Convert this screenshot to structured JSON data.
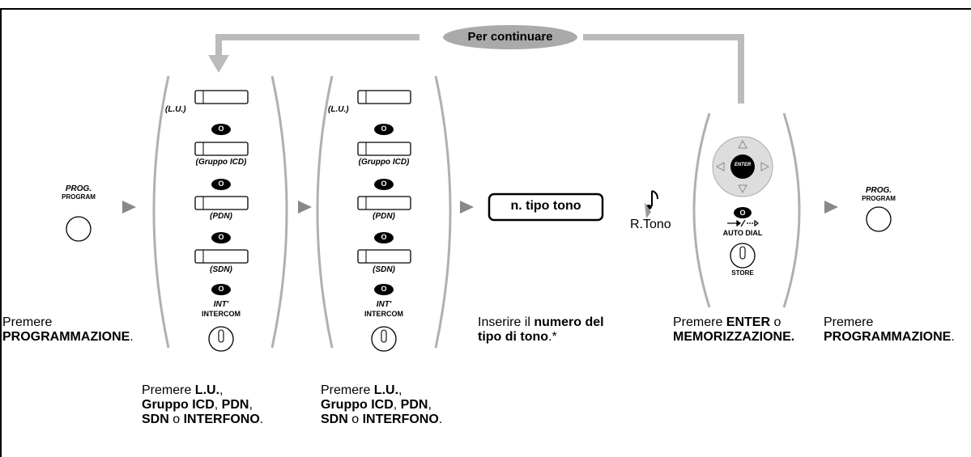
{
  "loop_label": "Per continuare",
  "prog_start": {
    "top": "PROG.",
    "bottom": "PROGRAM"
  },
  "prog_end": {
    "top": "PROG.",
    "bottom": "PROGRAM"
  },
  "keys_group_1": {
    "lu": "(L.U.)",
    "o1": "O",
    "icd": "(Gruppo ICD)",
    "o2": "O",
    "pdn": "(PDN)",
    "o3": "O",
    "sdn": "(SDN)",
    "o4": "O",
    "int": "INT'",
    "intercom": "INTERCOM"
  },
  "keys_group_2": {
    "lu": "(L.U.)",
    "o1": "O",
    "icd": "(Gruppo ICD)",
    "o2": "O",
    "pdn": "(PDN)",
    "o3": "O",
    "sdn": "(SDN)",
    "o4": "O",
    "int": "INT'",
    "intercom": "INTERCOM"
  },
  "tone_box": "n. tipo tono",
  "tone_label": "R.Tono",
  "enter_group": {
    "enter": "ENTER",
    "o": "O",
    "auto_dial": "AUTO DIAL",
    "store": "STORE"
  },
  "captions": {
    "c1_line1": "Premere",
    "c1_line2": "PROGRAMMAZIONE",
    "c1_end": ".",
    "c2_a": "Premere ",
    "c2_b": "L.U.",
    "c2_c": ",",
    "c2_d": "Gruppo ICD",
    "c2_e": ", ",
    "c2_f": "PDN",
    "c2_g": ",",
    "c2_h": "SDN",
    "c2_i": " o ",
    "c2_j": "INTERFONO",
    "c2_k": ".",
    "c3_a": "Premere ",
    "c3_b": "L.U.",
    "c3_c": ",",
    "c3_d": "Gruppo ICD",
    "c3_e": ", ",
    "c3_f": "PDN",
    "c3_g": ",",
    "c3_h": "SDN",
    "c3_i": " o ",
    "c3_j": "INTERFONO",
    "c3_k": ".",
    "c4_a": "Inserire il ",
    "c4_b": "numero del",
    "c4_c": "tipo di tono",
    "c4_d": ".*",
    "c5_a": "Premere ",
    "c5_b": "ENTER",
    "c5_c": " o",
    "c5_d": "MEMORIZZAZIONE.",
    "c6_line1": "Premere",
    "c6_line2": "PROGRAMMAZIONE",
    "c6_end": "."
  },
  "colors": {
    "loop_gray": "#bbbbbb",
    "paren_gray": "#b0b0b0",
    "arrow_gray": "#999999"
  }
}
